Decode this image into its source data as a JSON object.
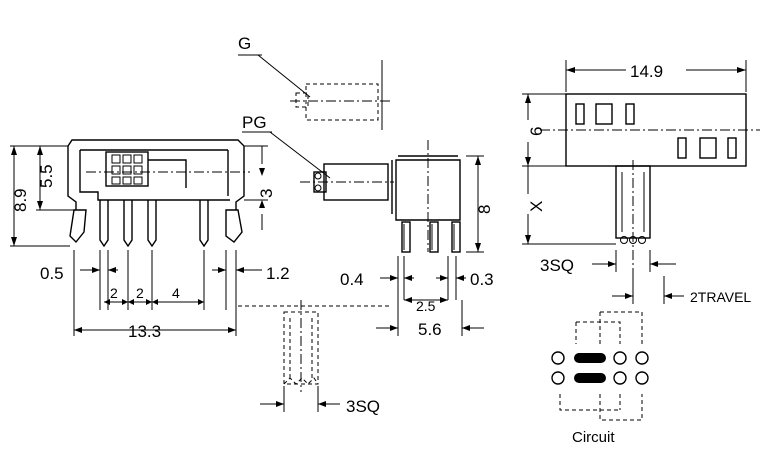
{
  "labels": {
    "g": "G",
    "pg": "PG",
    "dim_14_9": "14.9",
    "dim_6": "6",
    "dim_x": "X",
    "dim_3sq_right": "3SQ",
    "dim_2travel": "2TRAVEL",
    "dim_8_9": "8.9",
    "dim_5_5": "5.5",
    "dim_3": "3",
    "dim_0_5": "0.5",
    "dim_1_2": "1.2",
    "dim_2a": "2",
    "dim_2b": "2",
    "dim_4": "4",
    "dim_13_3": "13.3",
    "dim_0_4": "0.4",
    "dim_0_3": "0.3",
    "dim_8": "8",
    "dim_2_5": "2.5",
    "dim_5_6": "5.6",
    "dim_3sq_bottom": "3SQ",
    "circuit": "Circuit"
  }
}
